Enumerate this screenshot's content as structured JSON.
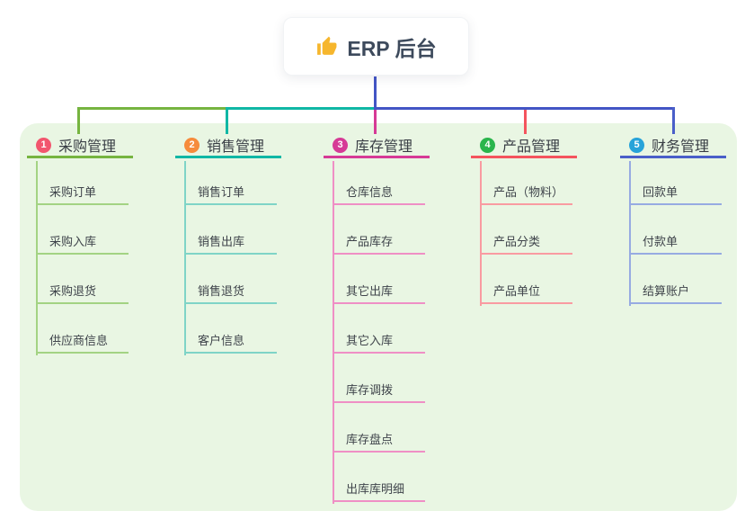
{
  "root": {
    "label": "ERP 后台",
    "icon": "thumbs-up"
  },
  "panel": {
    "bg": "#e9f6e3"
  },
  "connector": {
    "color": "#4355c5"
  },
  "branches": [
    {
      "badge": "1",
      "badge_color": "#f2566e",
      "label": "采购管理",
      "line_color": "#76b440",
      "child_line_color": "#a3d383",
      "children": [
        "采购订单",
        "采购入库",
        "采购退货",
        "供应商信息"
      ]
    },
    {
      "badge": "2",
      "badge_color": "#f68b3c",
      "label": "销售管理",
      "line_color": "#10b7a5",
      "child_line_color": "#7fd4c7",
      "children": [
        "销售订单",
        "销售出库",
        "销售退货",
        "客户信息"
      ]
    },
    {
      "badge": "3",
      "badge_color": "#d63a96",
      "label": "库存管理",
      "line_color": "#d63a96",
      "child_line_color": "#ef8fc5",
      "children": [
        "仓库信息",
        "产品库存",
        "其它出库",
        "其它入库",
        "库存调拨",
        "库存盘点",
        "出库库明细"
      ]
    },
    {
      "badge": "4",
      "badge_color": "#2ab54c",
      "label": "产品管理",
      "line_color": "#f4545e",
      "child_line_color": "#f99ba1",
      "children": [
        "产品（物料）",
        "产品分类",
        "产品单位"
      ]
    },
    {
      "badge": "5",
      "badge_color": "#27a3d9",
      "label": "财务管理",
      "line_color": "#4a5fc9",
      "child_line_color": "#97abe2",
      "children": [
        "回款单",
        "付款单",
        "结算账户"
      ]
    }
  ]
}
